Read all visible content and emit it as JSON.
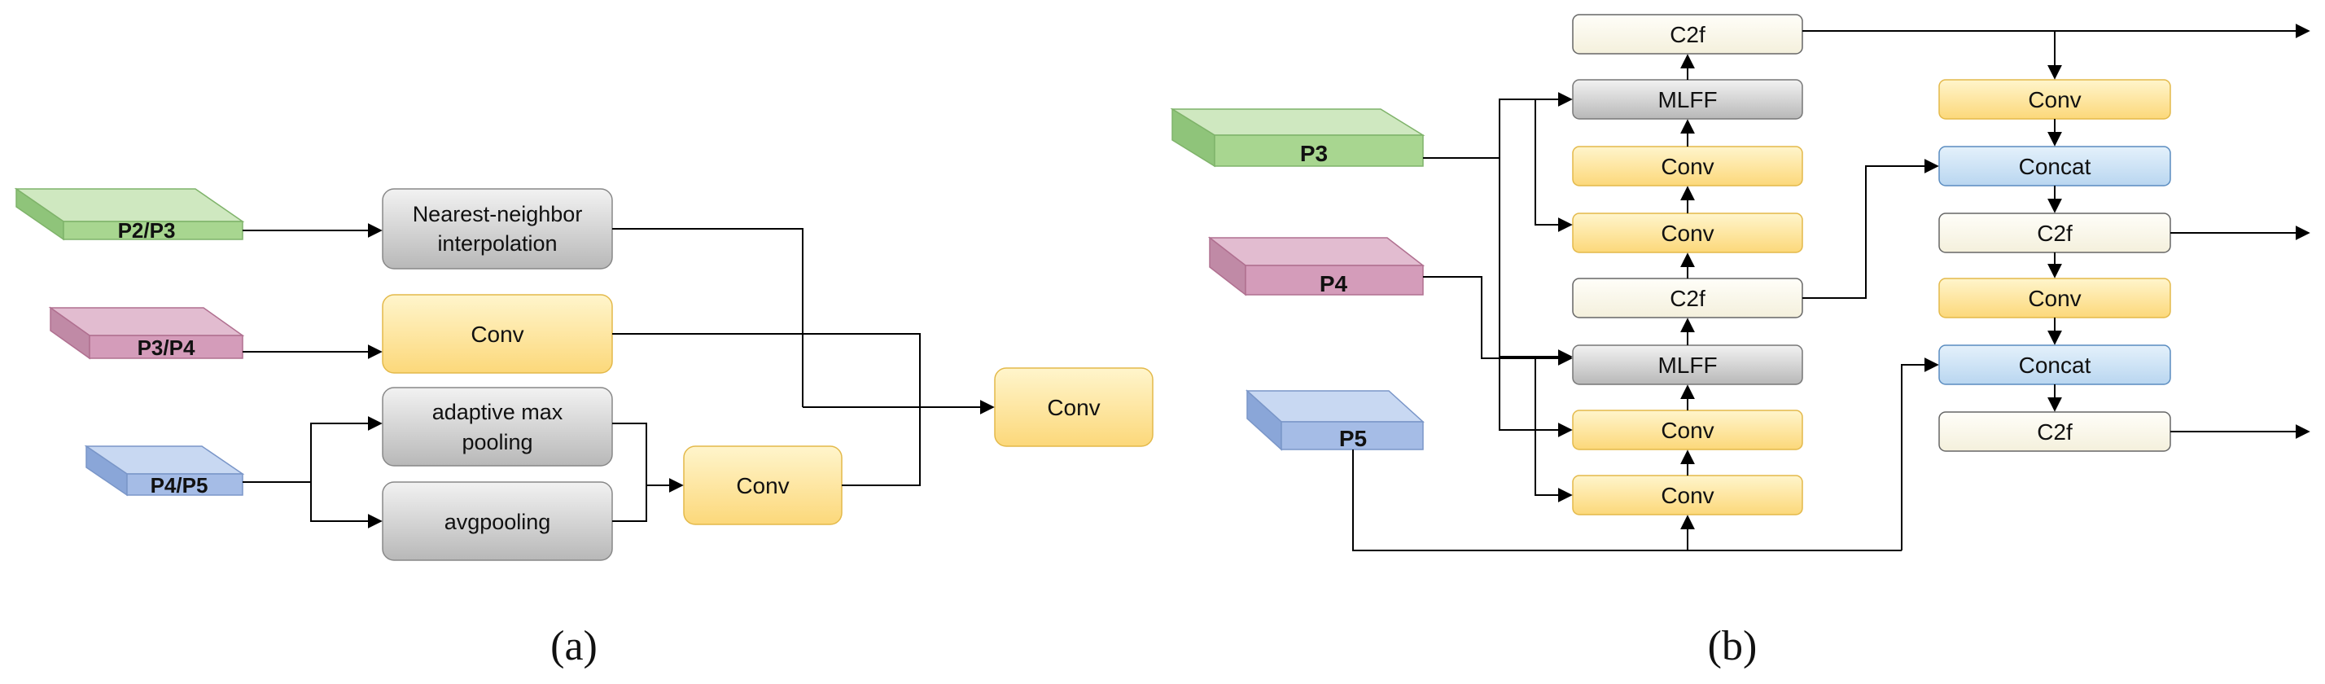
{
  "panel_a": {
    "caption": "(a)",
    "inputs": {
      "p2p3": "P2/P3",
      "p3p4": "P3/P4",
      "p4p5": "P4/P5"
    },
    "blocks": {
      "nearest_line1": "Nearest-neighbor",
      "nearest_line2": "interpolation",
      "conv_mid": "Conv",
      "adaptive_line1": "adaptive max",
      "adaptive_line2": "pooling",
      "avgpooling": "avgpooling",
      "conv_pool": "Conv",
      "conv_out": "Conv"
    }
  },
  "panel_b": {
    "caption": "(b)",
    "inputs": {
      "p3": "P3",
      "p4": "P4",
      "p5": "P5"
    },
    "column1": {
      "c2f_top": "C2f",
      "mlff_top": "MLFF",
      "conv_1": "Conv",
      "conv_2": "Conv",
      "c2f_mid": "C2f",
      "mlff_bottom": "MLFF",
      "conv_3": "Conv",
      "conv_4": "Conv"
    },
    "column2": {
      "conv_top": "Conv",
      "concat_top": "Concat",
      "c2f_mid": "C2f",
      "conv_mid": "Conv",
      "concat_bottom": "Concat",
      "c2f_bottom": "C2f"
    }
  },
  "colors": {
    "green_fill": "#b5dca0",
    "pink_fill": "#d4a0bc",
    "blue_fill": "#a5bce6",
    "yellow_fill": "#fde6a0",
    "gray_fill": "#d9d9d9",
    "cream_fill": "#fbf8ee",
    "light_blue_fill": "#d1e6f7",
    "line": "#000000"
  }
}
